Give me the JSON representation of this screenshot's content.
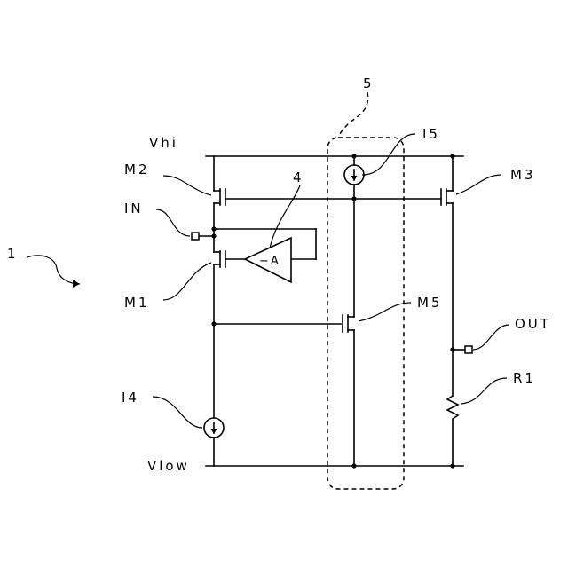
{
  "labels": {
    "figure_ref": "1",
    "box_ref": "5",
    "amp_ref": "4",
    "vhi": "Vhi",
    "vlow": "Vlow",
    "m1": "M1",
    "m2": "M2",
    "m3": "M3",
    "m5": "M5",
    "i4": "I4",
    "i5": "I5",
    "in": "IN",
    "out": "OUT",
    "r1": "R1",
    "amp_text": "−A"
  }
}
